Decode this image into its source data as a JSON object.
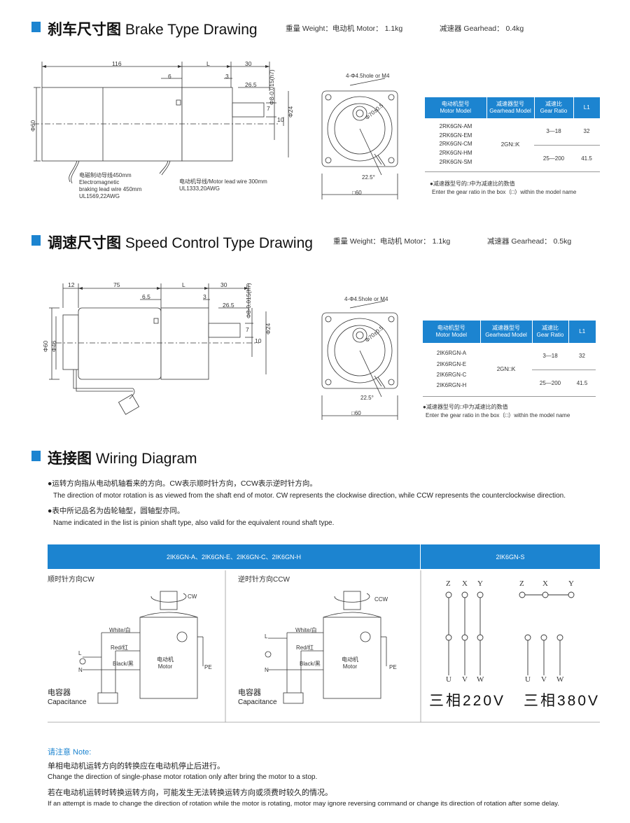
{
  "section1": {
    "title_cn": "刹车尺寸图",
    "title_en": "Brake Type Drawing",
    "weight": "重量 Weight：电动机 Motor： 1.1kg",
    "gearhead": "减速器 Gearhead： 0.4kg",
    "dims": {
      "d116": "116",
      "d6": "6",
      "dL": "L",
      "d3": "3",
      "d30": "30",
      "d265": "26.5",
      "d7": "7",
      "d10": "10",
      "phi24": "Φ24",
      "phi60": "Φ60",
      "phi8": "Φ8-0.015(h7)"
    },
    "lead1": [
      "电磁制动导线450mm",
      "Electromagnetic",
      "braking lead wire 450mm",
      "UL1569,22AWG"
    ],
    "lead2": [
      "电动机导线/Motor lead wire 300mm",
      "UL1333,20AWG"
    ],
    "front": {
      "hole": "4-Φ4.5hole or M4",
      "pcd": "Φ70±0.5",
      "angle": "22.5°",
      "square": "□60"
    },
    "table": {
      "headers": [
        [
          "电动机型号",
          "Motor Model"
        ],
        [
          "减速器型号",
          "Gearhead Model"
        ],
        [
          "减速比",
          "Gear Ratio"
        ],
        [
          "L1"
        ]
      ],
      "models": [
        "2RK6GN-AM",
        "2RK6GN-EM",
        "2RK6GN-CM",
        "2RK6GN-HM",
        "2RK6GN-SM"
      ],
      "gearhead": "2GN□K",
      "rows": [
        {
          "ratio": "3—18",
          "l1": "32"
        },
        {
          "ratio": "25—200",
          "l1": "41.5"
        }
      ]
    },
    "tnote_cn": "●减速器型号的□中为减速比的数值",
    "tnote_en": "Enter the gear ratio in the box（□）within the model name"
  },
  "section2": {
    "title_cn": "调速尺寸图",
    "title_en": "Speed Control Type Drawing",
    "weight": "重量 Weight：电动机 Motor： 1.1kg",
    "gearhead": "减速器 Gearhead： 0.5kg",
    "dims": {
      "d12": "12",
      "d75": "75",
      "dL": "L",
      "d65": "6.5",
      "d3": "3",
      "d30": "30",
      "d265": "26.5",
      "d7": "7",
      "d10": "10",
      "phi24": "Φ24",
      "phi60": "Φ60",
      "phi46": "Φ46",
      "phi8": "Φ8-0.015(h7)"
    },
    "front": {
      "hole": "4-Φ4.5hole or M4",
      "pcd": "Φ70±0.5",
      "angle": "22.5°",
      "square": "□60"
    },
    "table": {
      "headers": [
        [
          "电动机型号",
          "Motor Model"
        ],
        [
          "减速器型号",
          "Gearhead Model"
        ],
        [
          "减速比",
          "Gear Ratio"
        ],
        [
          "L1"
        ]
      ],
      "models": [
        "2IK6RGN-A",
        "2IK6RGN-E",
        "2IK6RGN-C",
        "2IK6RGN-H"
      ],
      "gearhead": "2GN□K",
      "rows": [
        {
          "ratio": "3—18",
          "l1": "32"
        },
        {
          "ratio": "25—200",
          "l1": "41.5"
        }
      ]
    },
    "tnote_cn": "●减速器型号的□中为减速比的数值",
    "tnote_en": "Enter the gear ratio in the box（□）within the model name"
  },
  "section3": {
    "title_cn": "连接图",
    "title_en": "Wiring Diagram",
    "lines": [
      "●运转方向指从电动机轴看来的方向。CW表示顺时针方向，CCW表示逆时针方向。",
      "The direction of motor rotation is as viewed from the shaft end of motor. CW represents the clockwise direction, while CCW represents the counterclockwise direction.",
      "●表中所记品名为齿轮轴型，圆轴型亦同。",
      "Name indicated in the list is pinion shaft type, also valid for the equivalent round shaft type."
    ],
    "bar_left": "2IK6GN-A、2IK6GN-E、2IK6GN-C、2IK6GN-H",
    "bar_right": "2IK6GN-S",
    "cw": {
      "title": "顺时针方向CW",
      "dir": "CW",
      "white": "White/白",
      "red": "Red/红",
      "black": "Black/黑",
      "l": "L",
      "n": "N",
      "pe": "PE",
      "motor_cn": "电动机",
      "motor_en": "Motor",
      "cap_cn": "电容器",
      "cap_en": "Capacitance"
    },
    "ccw": {
      "title": "逆时针方向CCW",
      "dir": "CCW",
      "white": "White/白",
      "red": "Red/红",
      "black": "Black/黑",
      "l": "L",
      "n": "N",
      "pe": "PE",
      "motor_cn": "电动机",
      "motor_en": "Motor",
      "cap_cn": "电容器",
      "cap_en": "Capacitance"
    },
    "three_phase": {
      "top": [
        "Z",
        "X",
        "Y"
      ],
      "bottom": [
        "U",
        "V",
        "W"
      ],
      "label_220": "三相220V",
      "label_380": "三相380V"
    }
  },
  "note": {
    "title": "请注意 Note:",
    "lines": [
      "单相电动机运转方向的转换应在电动机停止后进行。",
      "Change the direction of single-phase motor rotation only after bring the motor to a stop.",
      "若在电动机运转时转换运转方向，可能发生无法转换运转方向或须费时较久的情况。",
      "If an attempt is made to change the direction of rotation while the motor is rotating, motor may ignore reversing command or change its direction of rotation after some delay."
    ]
  }
}
